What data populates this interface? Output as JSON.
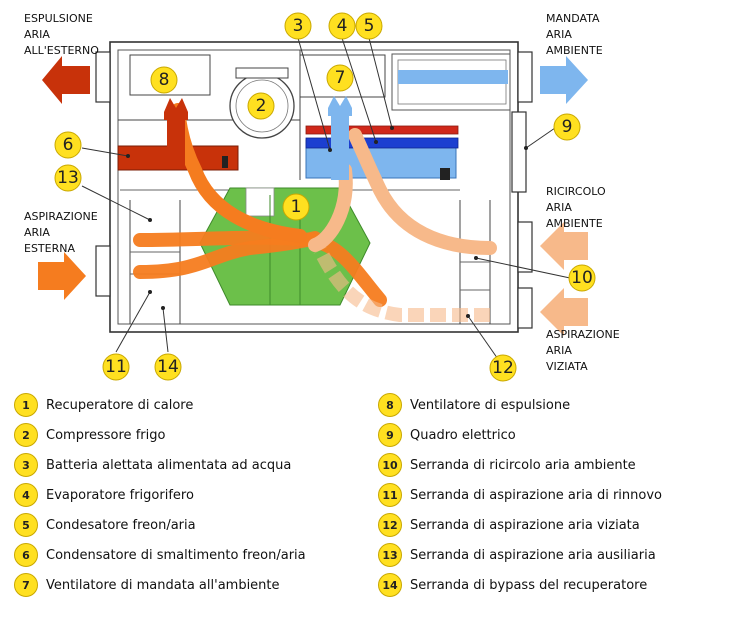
{
  "air_labels": {
    "espulsione": [
      "ESPULSIONE",
      "ARIA",
      "ALL'ESTERNO"
    ],
    "mandata": [
      "MANDATA",
      "ARIA",
      "AMBIENTE"
    ],
    "ricircolo": [
      "RICIRCOLO",
      "ARIA",
      "AMBIENTE"
    ],
    "aspirazione_esterna": [
      "ASPIRAZIONE",
      "ARIA",
      "ESTERNA"
    ],
    "aspirazione_viziata": [
      "ASPIRAZIONE",
      "ARIA",
      "VIZIATA"
    ]
  },
  "callouts": [
    "1",
    "2",
    "3",
    "4",
    "5",
    "6",
    "7",
    "8",
    "9",
    "10",
    "11",
    "12",
    "13",
    "14"
  ],
  "legend_left": [
    {
      "num": "1",
      "text": "Recuperatore di calore"
    },
    {
      "num": "2",
      "text": "Compressore frigo"
    },
    {
      "num": "3",
      "text": "Batteria alettata alimentata ad acqua"
    },
    {
      "num": "4",
      "text": "Evaporatore frigorifero"
    },
    {
      "num": "5",
      "text": "Condesatore freon/aria"
    },
    {
      "num": "6",
      "text": "Condensatore di smaltimento freon/aria"
    },
    {
      "num": "7",
      "text": "Ventilatore di mandata all'ambiente"
    }
  ],
  "legend_right": [
    {
      "num": "8",
      "text": "Ventilatore di espulsione"
    },
    {
      "num": "9",
      "text": "Quadro elettrico"
    },
    {
      "num": "10",
      "text": "Serranda di ricircolo aria ambiente"
    },
    {
      "num": "11",
      "text": "Serranda di aspirazione aria di rinnovo"
    },
    {
      "num": "12",
      "text": "Serranda di aspirazione aria viziata"
    },
    {
      "num": "13",
      "text": "Serranda di aspirazione aria ausiliaria"
    },
    {
      "num": "14",
      "text": "Serranda di bypass del recuperatore"
    }
  ],
  "colors": {
    "exhaust_red": "#C8320A",
    "outdoor_orange": "#F57C1F",
    "return_peach": "#F7B98A",
    "supply_blue": "#7EB6EE",
    "recuperator_green": "#6CC04A",
    "callout_yellow": "#FFE020",
    "evaporator_blue": "#1C3FD0",
    "condenser_red": "#D0281A"
  }
}
